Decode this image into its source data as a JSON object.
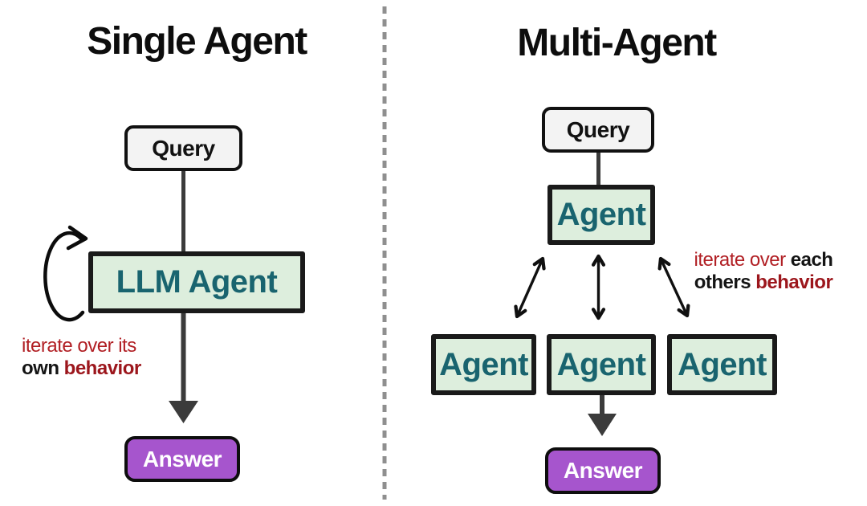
{
  "diagram": {
    "kind": "single-agent vs multi-agent comparison",
    "colors": {
      "agent_box_fill": "#ddeedd",
      "agent_text_teal": "#19646f",
      "answer_fill_purple": "#a655cd",
      "query_fill": "#f3f3f3",
      "annotation_red": "#b11f24",
      "annotation_dark_red": "#9c161c",
      "connector_gray": "#3b3b3b",
      "divider_gray": "#8f8f8f",
      "border_black": "#111111"
    }
  },
  "left_panel": {
    "title": "Single Agent",
    "query_label": "Query",
    "agent_label": "LLM Agent",
    "answer_label": "Answer",
    "annotation": {
      "line1_red": "iterate over its",
      "line2_black": "own",
      "line2_red": "behavior"
    }
  },
  "right_panel": {
    "title": "Multi-Agent",
    "query_label": "Query",
    "coordinator_label": "Agent",
    "worker_labels": [
      "Agent",
      "Agent",
      "Agent"
    ],
    "answer_label": "Answer",
    "annotation": {
      "line1_red": "iterate over",
      "line1_black": "each",
      "line2_black": "others",
      "line2_red": "behavior"
    }
  }
}
